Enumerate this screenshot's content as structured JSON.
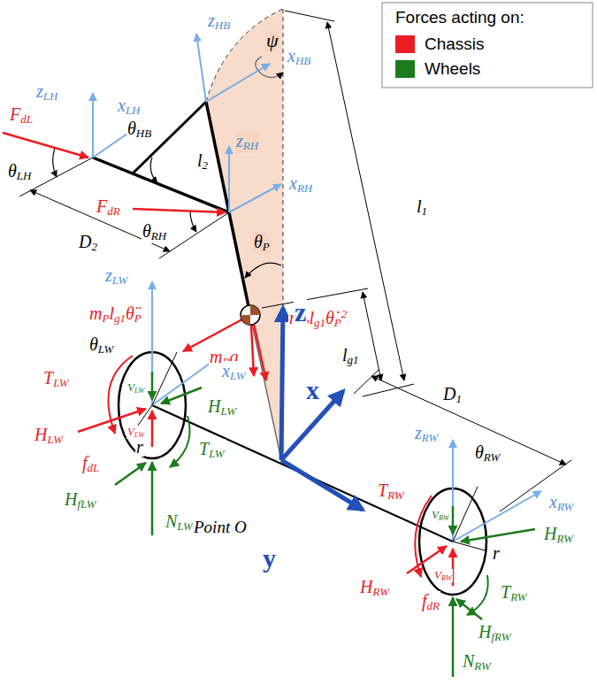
{
  "diagram": {
    "labels": [
      "Forces acting on:",
      "zHB",
      "xHB",
      "ψ",
      "zLH",
      "xLH",
      "FdL",
      "θLH",
      "θHB",
      "l2",
      "zRH",
      "xRH",
      "l1",
      "FdR",
      "θRH",
      "D2",
      "θP",
      "lg1",
      "zLW",
      "mPlg1θ̈P",
      "mPlg1θ̇P2",
      "mPg",
      "θLW",
      "z",
      "x",
      "D1",
      "TLW",
      "VLW",
      "xLW",
      "HLW",
      "zRW",
      "θRW",
      "xRW",
      "HLW",
      "VLW",
      "fdL",
      "TLW",
      "r",
      "HfLW",
      "NLW",
      "Point O",
      "y",
      "TRW",
      "VRW",
      "HRW",
      "HRW",
      "VRW",
      "r",
      "fdR",
      "TRW",
      "HfRW",
      "NRW"
    ],
    "legend": [
      {
        "text": "Chassis",
        "color": "#ec1c24"
      },
      {
        "text": "Wheels",
        "color": "#1d7a1d"
      }
    ]
  }
}
